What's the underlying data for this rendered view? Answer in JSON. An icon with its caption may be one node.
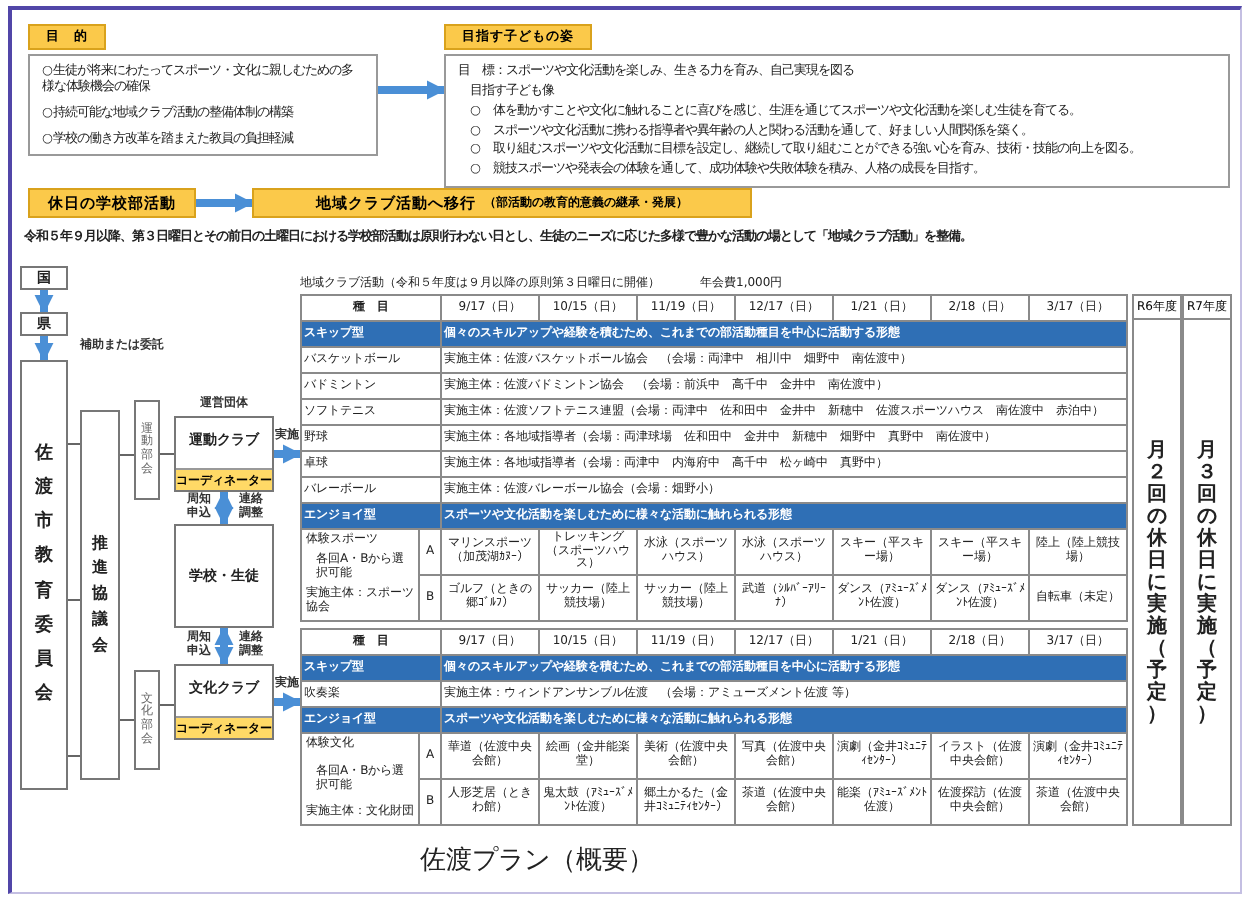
{
  "diagram": {
    "caption": "佐渡プラン（概要）",
    "nodes": [
      {
        "text": [
          "目　的",
          "○生徒が将来にわたってスポーツ・文化に親しむための多様な体験機会の確保",
          "○持続可能な地域クラブ活動の整備体制の構築",
          "○学校の働き方改革を踏まえた教員の負担軽減"
        ]
      },
      {
        "text": [
          "目指す子どもの姿",
          "目　標：スポーツや文化活動を楽しみ、生きる力を育み、自己実現を図る",
          "目指す子ども像",
          "○　体を動かすことや文化に触れることに喜びを感じ、生涯を通じてスポーツや文化活動を楽しむ生徒を育てる。",
          "○　スポーツや文化活動に携わる指導者や異年齢の人と関わる活動を通して、好ましい人間関係を築く。",
          "○　取り組むスポーツや文化活動に目標を設定し、継続して取り組むことができる強い心を育み、技術・技能の向上を図る。",
          "○　競技スポーツや発表会の体験を通して、成功体験や失敗体験を積み、人格の成長を目指す。"
        ]
      },
      {
        "text": [
          "休日の学校部活動"
        ]
      },
      {
        "text": [
          "地域クラブ活動へ移行",
          "（部活動の教育的意義の継承・発展）"
        ]
      },
      {
        "text": [
          "国"
        ]
      },
      {
        "text": [
          "県"
        ]
      },
      {
        "text": [
          "佐渡市教育委員会"
        ]
      },
      {
        "text": [
          "推進協議会"
        ]
      },
      {
        "text": [
          "運動部会"
        ]
      },
      {
        "text": [
          "文化部会"
        ]
      },
      {
        "text": [
          "運動クラブ"
        ],
        "beside": [
          "運営団体"
        ]
      },
      {
        "text": [
          "コーディネーター"
        ],
        "in": 10
      },
      {
        "text": [
          "学校・生徒"
        ]
      },
      {
        "text": [
          "文化クラブ"
        ]
      },
      {
        "text": [
          "コーディネーター"
        ],
        "in": 13
      },
      {
        "text": [],
        "shape": "table"
      },
      {
        "text": [],
        "shape": "table"
      }
    ],
    "edges": [
      {
        "from": 0,
        "to": 1,
        "arrow": "to"
      },
      {
        "from": 2,
        "to": 3,
        "arrow": "to"
      },
      {
        "from": 4,
        "to": 5,
        "arrow": "to"
      },
      {
        "from": 5,
        "to": 6,
        "arrow": "to",
        "label": "補助または委託"
      },
      {
        "from": 6,
        "to": 7,
        "arrow": "none",
        "color": "#555555"
      },
      {
        "from": 6,
        "to": 7,
        "arrow": "none",
        "color": "#555555"
      },
      {
        "from": 6,
        "to": 7,
        "arrow": "none",
        "color": "#555555"
      },
      {
        "from": 7,
        "to": 8,
        "arrow": "none",
        "color": "#555555"
      },
      {
        "from": 7,
        "to": 9,
        "arrow": "none",
        "color": "#555555"
      },
      {
        "from": 8,
        "to": 10,
        "arrow": "none",
        "color": "#555555"
      },
      {
        "from": 9,
        "to": 13,
        "arrow": "none",
        "color": "#555555"
      },
      {
        "from": 10,
        "to": 12,
        "arrow": "both"
      },
      {
        "from": 12,
        "to": 13,
        "arrow": "both"
      },
      {
        "from": 10,
        "to": 15,
        "arrow": "to",
        "label": "実施"
      },
      {
        "from": 13,
        "to": 16,
        "arrow": "to",
        "label": "実施"
      }
    ],
    "labels": [
      "令和５年９月以降、第３日曜日とその前日の土曜日における学校部活動は原則行わない日とし、生徒のニーズに応じた多様で豊かな活動の場として「地域クラブ活動」を整備。",
      "周知申込",
      "連絡調整",
      "周知申込",
      "連絡調整",
      "地域クラブ活動（令和５年度は９月以降の原則第３日曜日に開催）",
      "年会費1,000円",
      "種　目",
      "9/17（日）",
      "10/15（日）",
      "11/19（日）",
      "12/17（日）",
      "1/21（日）",
      "2/18（日）",
      "3/17（日）",
      "R6年度",
      "R7年度",
      "月２回の休日に実施（予定）",
      "月３回の休日に実施（予定）",
      "スキップ型",
      "個々のスキルアップや経験を積むため、これまでの部活動種目を中心に活動する形態",
      "バスケットボール",
      "実施主体：佐渡バスケットボール協会　（会場：両津中　相川中　畑野中　南佐渡中）",
      "バドミントン",
      "実施主体：佐渡バドミントン協会　（会場：前浜中　高千中　金井中　南佐渡中）",
      "ソフトテニス",
      "実施主体：佐渡ソフトテニス連盟（会場：両津中　佐和田中　金井中　新穂中　佐渡スポーツハウス　南佐渡中　赤泊中）",
      "野球",
      "実施主体：各地域指導者（会場：両津球場　佐和田中　金井中　新穂中　畑野中　真野中　南佐渡中）",
      "卓球",
      "実施主体：各地域指導者（会場：両津中　内海府中　高千中　松ヶ崎中　真野中）",
      "バレーボール",
      "実施主体：佐渡バレーボール協会（会場：畑野小）",
      "エンジョイ型",
      "スポーツや文化活動を楽しむために様々な活動に触れられる形態",
      "体験スポーツ",
      "各回A・Bから選択可能",
      "実施主体：スポーツ協会",
      "A",
      "マリンスポーツ（加茂湖ｶﾇｰ）",
      "トレッキング（スポーツハウス）",
      "水泳（スポーツハウス）",
      "水泳（スポーツハウス）",
      "スキー（平スキー場）",
      "スキー（平スキー場）",
      "陸上（陸上競技場）",
      "B",
      "ゴルフ（ときの郷ｺﾞﾙﾌ）",
      "サッカー（陸上競技場）",
      "サッカー（陸上競技場）",
      "武道（ｼﾙﾊﾞｰｱﾘｰﾅ）",
      "ダンス（ｱﾐｭｰｽﾞﾒﾝﾄ佐渡）",
      "ダンス（ｱﾐｭｰｽﾞﾒﾝﾄ佐渡）",
      "自転車（未定）",
      "種　目",
      "9/17（日）",
      "10/15（日）",
      "11/19（日）",
      "12/17（日）",
      "1/21（日）",
      "2/18（日）",
      "3/17（日）",
      "スキップ型",
      "個々のスキルアップや経験を積むため、これまでの部活動種目を中心に活動する形態",
      "吹奏楽",
      "実施主体：ウィンドアンサンブル佐渡　（会場：アミューズメント佐渡 等）",
      "エンジョイ型",
      "スポーツや文化活動を楽しむために様々な活動に触れられる形態",
      "体験文化",
      "各回A・Bから選択可能",
      "実施主体：文化財団",
      "A",
      "華道（佐渡中央会館）",
      "絵画（金井能楽堂）",
      "美術（佐渡中央会館）",
      "写真（佐渡中央会館）",
      "演劇（金井ｺﾐｭﾆﾃｨｾﾝﾀｰ）",
      "イラスト（佐渡中央会館）",
      "演劇（金井ｺﾐｭﾆﾃｨｾﾝﾀｰ）",
      "B",
      "人形芝居（ときわ館）",
      "鬼太鼓（ｱﾐｭｰｽﾞﾒﾝﾄ佐渡）",
      "郷土かるた（金井ｺﾐｭﾆﾃｨｾﾝﾀｰ）",
      "茶道（佐渡中央会館）",
      "能楽（ｱﾐｭｰｽﾞﾒﾝﾄ佐渡）",
      "佐渡探訪（佐渡中央会館）",
      "茶道（佐渡中央会館）"
    ]
  }
}
